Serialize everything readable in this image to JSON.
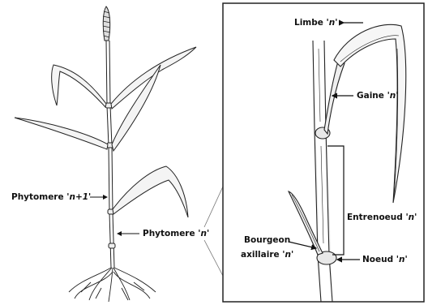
{
  "labels": {
    "phytomere_n1": {
      "text": "Phytomere ",
      "index": "'n+1'"
    },
    "phytomere_n": {
      "text": "Phytomere ",
      "index": "'n'"
    },
    "limbe": {
      "text": "Limbe ",
      "index": "'n'"
    },
    "gaine": {
      "text": "Gaine ",
      "index": "'n'"
    },
    "entrenoeud": {
      "text": "Entrenoeud ",
      "index": "'n'"
    },
    "bourgeon_line1": "Bourgeon",
    "bourgeon_line2": {
      "text": "axillaire ",
      "index": "'n'"
    },
    "noeud": {
      "text": "Noeud  ",
      "index": "'n'"
    }
  },
  "colors": {
    "ink": "#222222",
    "frame": "#222222"
  }
}
